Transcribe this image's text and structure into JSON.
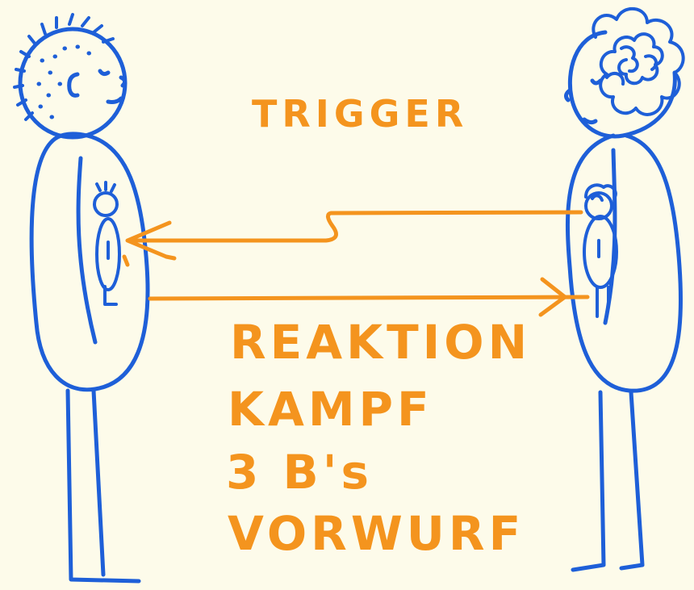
{
  "colors": {
    "paper": "#fdfbea",
    "figure_ink": "#1e5fd8",
    "arrow_ink": "#f4941e"
  },
  "labels": {
    "trigger": "TRIGGER",
    "reaktion": "REAKTION",
    "kampf": "KAMPF",
    "three_bs": "3 B's",
    "vorwurf": "VORWURF"
  }
}
